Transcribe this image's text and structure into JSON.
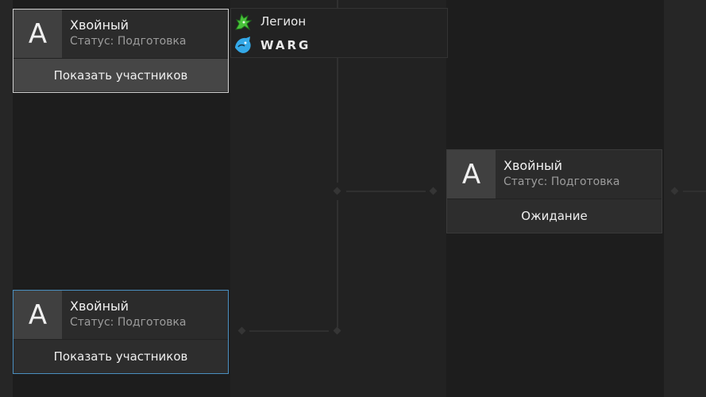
{
  "bracket": {
    "match_1": {
      "avatar": "A",
      "title": "Хвойный",
      "status": "Статус: Подготовка",
      "action": "Показать участников"
    },
    "match_2": {
      "avatar": "A",
      "title": "Хвойный",
      "status": "Статус: Подготовка",
      "action": "Ожидание"
    },
    "match_3": {
      "avatar": "A",
      "title": "Хвойный",
      "status": "Статус: Подготовка",
      "action": "Показать участников"
    }
  },
  "teams": {
    "team_1": {
      "name": "Легион",
      "logo_icon": "green-dragon-icon",
      "color": "#49c43a"
    },
    "team_2": {
      "name": "WARG",
      "logo_icon": "blue-wolf-icon",
      "color": "#34a9e8"
    }
  },
  "colors": {
    "background": "#222222",
    "card_background": "#2b2b2b",
    "selected_blue": "#4a8fc0",
    "selected_white": "#cfcfcf"
  }
}
